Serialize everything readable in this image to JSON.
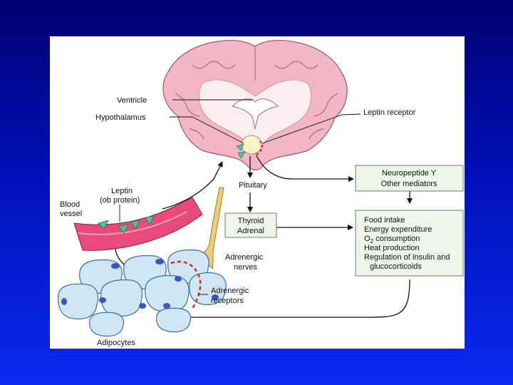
{
  "labels": {
    "ventricle": "Ventricle",
    "hypothalamus": "Hypothalamus",
    "leptin_receptor": "Leptin receptor",
    "blood": "Blood",
    "vessel": "vessel",
    "leptin": "Leptin",
    "ob_protein": "(ob protein)",
    "pituitary": "Pituitary",
    "adrenergic_nerves_1": "Adrenergic",
    "adrenergic_nerves_2": "nerves",
    "adrenergic_receptors_1": "Adrenergic",
    "adrenergic_receptors_2": "receptors",
    "adipocytes": "Adipocytes"
  },
  "boxes": {
    "npy": [
      "Neuropeptide Y",
      "Other mediators"
    ],
    "thyroid": [
      "Thyroid",
      "Adrenal"
    ],
    "effects": {
      "food_intake": "Food intake",
      "energy_expenditure": "Energy expenditure",
      "o2_prefix": "O",
      "o2_sub": "2",
      "o2_suffix": " consumption",
      "heat_production": "Heat production",
      "regulation_1": "Regulation of insulin and",
      "regulation_2": "glucocorticoids"
    }
  },
  "colors": {
    "background_top": "#000070",
    "brain_pink": "#f3b6c6",
    "white_matter": "#fbeef0",
    "vessel_pink": "#e84a7a",
    "leptin_green": "#4fc0a0",
    "adipocyte_blue": "#cfe6f4",
    "nucleus_blue": "#3a55c8",
    "box_fill": "#eef6ea",
    "receptor_red": "#e02020"
  }
}
